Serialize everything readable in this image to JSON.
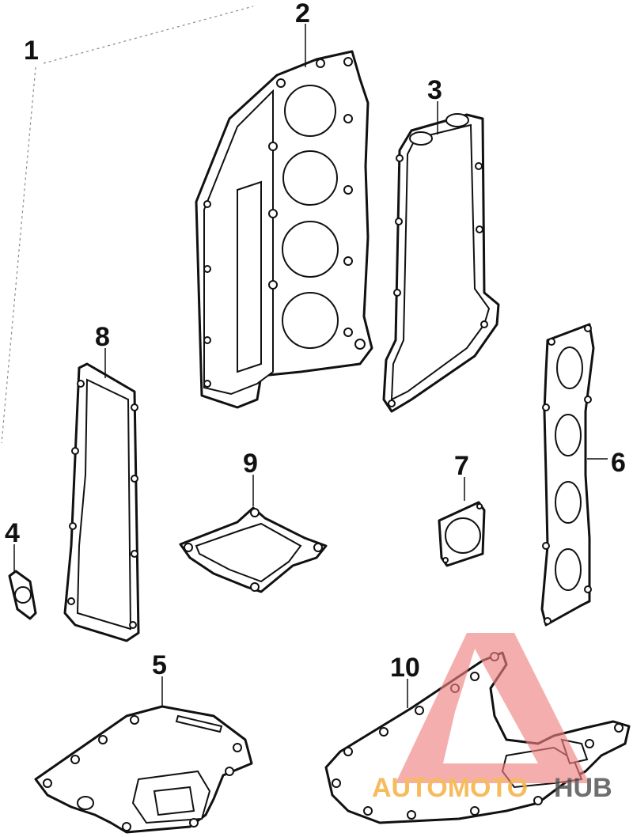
{
  "callouts": {
    "c1": "1",
    "c2": "2",
    "c3": "3",
    "c4": "4",
    "c5": "5",
    "c6": "6",
    "c7": "7",
    "c8": "8",
    "c9": "9",
    "c10": "10"
  },
  "watermark": {
    "prefix": "AUTOMOTO",
    "suffix": "HUB",
    "color_triangle": "#f08080",
    "color_prefix": "#f5b041",
    "color_suffix": "#555555"
  },
  "colors": {
    "line": "#111111",
    "background": "#ffffff"
  }
}
